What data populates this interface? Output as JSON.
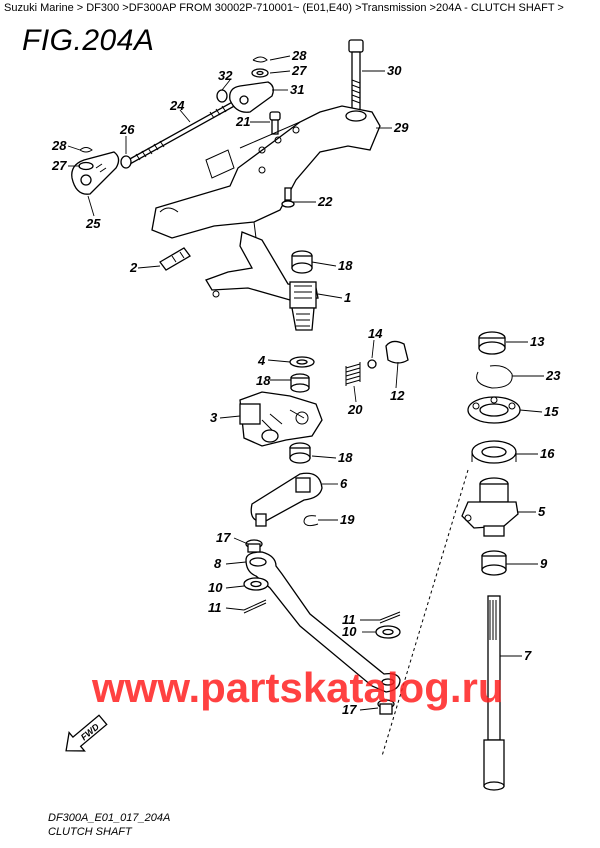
{
  "breadcrumb": "Suzuki Marine > DF300 >DF300AP FROM 30002P-710001~ (E01,E40) >Transmission >204A - CLUTCH SHAFT >",
  "figure_title": "FIG.204A",
  "footer": {
    "drawing_code": "DF300A_E01_017_204A",
    "caption": "CLUTCH SHAFT"
  },
  "watermark": "www.partskatalog.ru",
  "fwd_label": "FWD",
  "callouts": [
    {
      "id": "c28a",
      "text": "28"
    },
    {
      "id": "c27a",
      "text": "27"
    },
    {
      "id": "c30",
      "text": "30"
    },
    {
      "id": "c32",
      "text": "32"
    },
    {
      "id": "c31",
      "text": "31"
    },
    {
      "id": "c24",
      "text": "24"
    },
    {
      "id": "c21",
      "text": "21"
    },
    {
      "id": "c29",
      "text": "29"
    },
    {
      "id": "c26",
      "text": "26"
    },
    {
      "id": "c28b",
      "text": "28"
    },
    {
      "id": "c27b",
      "text": "27"
    },
    {
      "id": "c25",
      "text": "25"
    },
    {
      "id": "c22",
      "text": "22"
    },
    {
      "id": "c18a",
      "text": "18"
    },
    {
      "id": "c2",
      "text": "2"
    },
    {
      "id": "c1",
      "text": "1"
    },
    {
      "id": "c14",
      "text": "14"
    },
    {
      "id": "c12",
      "text": "12"
    },
    {
      "id": "c4",
      "text": "4"
    },
    {
      "id": "c18b",
      "text": "18"
    },
    {
      "id": "c20",
      "text": "20"
    },
    {
      "id": "c3",
      "text": "3"
    },
    {
      "id": "c18c",
      "text": "18"
    },
    {
      "id": "c13",
      "text": "13"
    },
    {
      "id": "c23",
      "text": "23"
    },
    {
      "id": "c15",
      "text": "15"
    },
    {
      "id": "c16",
      "text": "16"
    },
    {
      "id": "c6",
      "text": "6"
    },
    {
      "id": "c5",
      "text": "5"
    },
    {
      "id": "c19",
      "text": "19"
    },
    {
      "id": "c17a",
      "text": "17"
    },
    {
      "id": "c8",
      "text": "8"
    },
    {
      "id": "c9",
      "text": "9"
    },
    {
      "id": "c10a",
      "text": "10"
    },
    {
      "id": "c11a",
      "text": "11"
    },
    {
      "id": "c11b",
      "text": "11"
    },
    {
      "id": "c10b",
      "text": "10"
    },
    {
      "id": "c7",
      "text": "7"
    },
    {
      "id": "c17b",
      "text": "17"
    }
  ]
}
